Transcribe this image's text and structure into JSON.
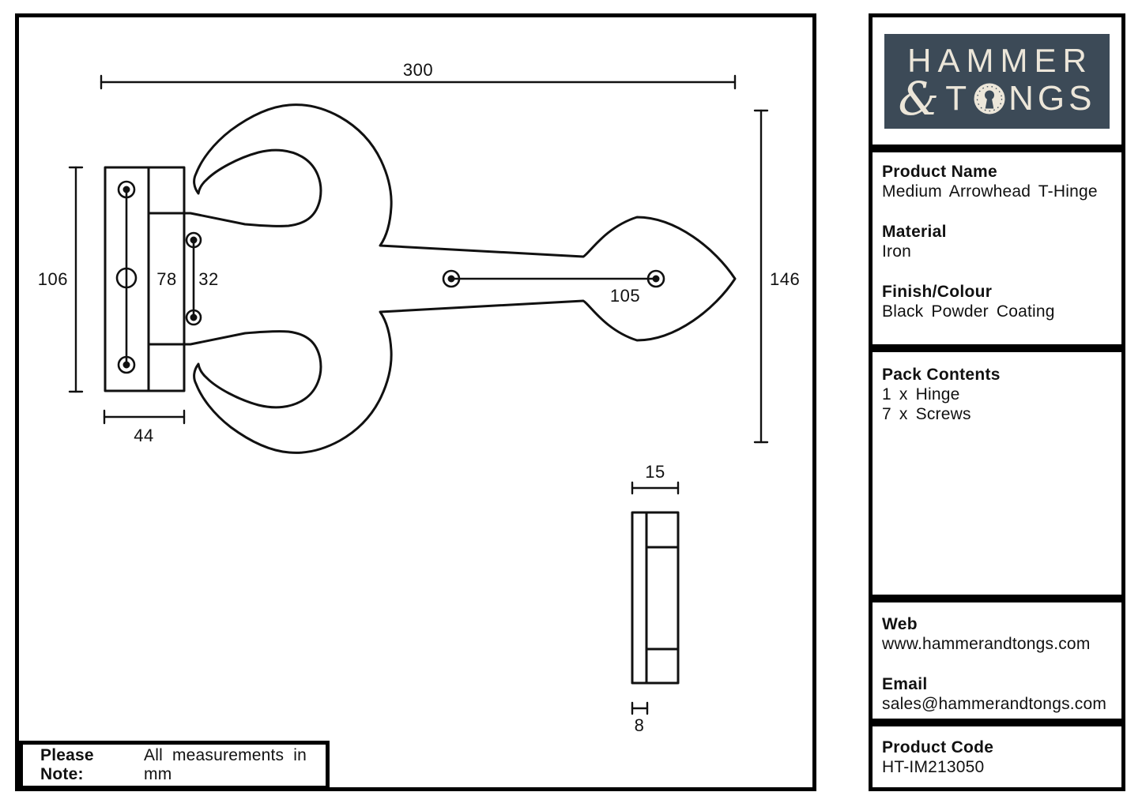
{
  "note": {
    "label": "Please Note:",
    "text": "All measurements in mm"
  },
  "logo": {
    "line1": "HAMMER",
    "ampersand": "&",
    "before_o": "T",
    "after_o": "NGS",
    "bg_color": "#3c4a57",
    "fg_color": "#ece6d9",
    "keyhole_icon": "keyhole-in-circle"
  },
  "sidebar": {
    "product_name": {
      "label": "Product Name",
      "value": "Medium Arrowhead T-Hinge"
    },
    "material": {
      "label": "Material",
      "value": "Iron"
    },
    "finish": {
      "label": "Finish/Colour",
      "value": "Black Powder Coating"
    },
    "pack": {
      "label": "Pack Contents",
      "items": [
        "1 x Hinge",
        "7 x Screws"
      ]
    },
    "web": {
      "label": "Web",
      "value": "www.hammerandtongs.com"
    },
    "email": {
      "label": "Email",
      "value": "sales@hammerandtongs.com"
    },
    "code": {
      "label": "Product Code",
      "value": "HT-IM213050"
    }
  },
  "drawing": {
    "stroke_color": "#111111",
    "front_view": {
      "total_length": "300",
      "head_height": "146",
      "plate_height": "106",
      "plate_width": "44",
      "plate_hole_pitch": "78",
      "pilot_hole_pitch": "32",
      "strap_hole_spacing": "105"
    },
    "side_view": {
      "overall_thickness": "15",
      "leaf_thickness": "8"
    }
  }
}
